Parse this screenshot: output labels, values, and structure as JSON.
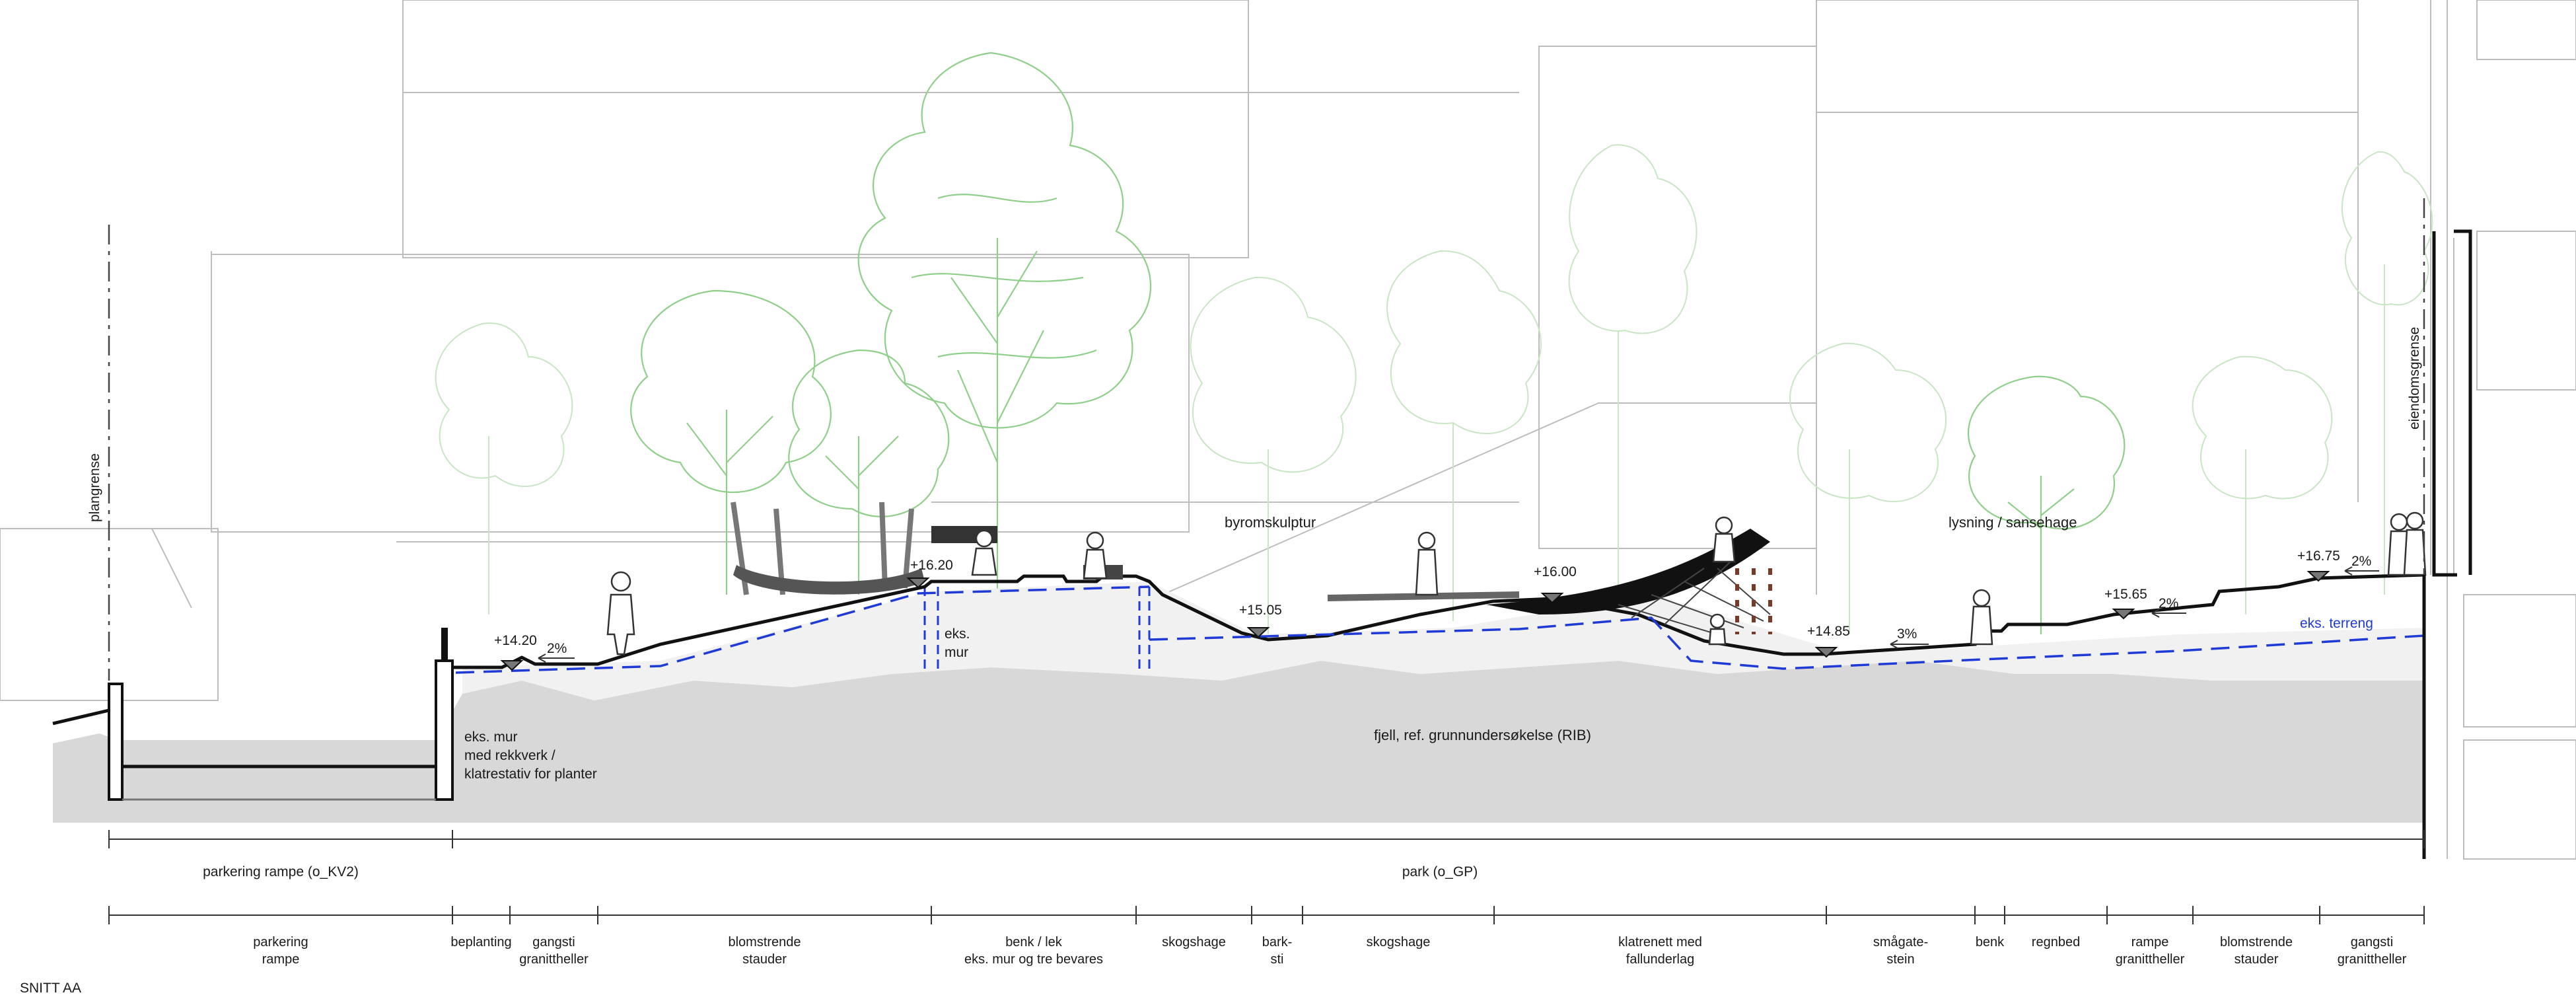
{
  "title": "SNITT AA",
  "labels": {
    "plangrense": "plangrense",
    "eiendomsgrense": "eiendomsgrense",
    "byromskulptur": "byromskulptur",
    "lysning": "lysning / sansehage",
    "eks_terreng": "eks. terreng",
    "fjell": "fjell, ref. grunnundersøkelse (RIB)",
    "eks_mur": "eks.\nmur",
    "eks_mur_rekkverk": "eks. mur\nmed rekkverk /\nklatrestativ for planter"
  },
  "elevations": [
    "+14.20",
    "+16.20",
    "+15.05",
    "+16.00",
    "+14.85",
    "+15.65",
    "+16.75"
  ],
  "slopes": [
    "2%",
    "3%",
    "2%",
    "2%"
  ],
  "zones": [
    "parkering rampe (o_KV2)",
    "park (o_GP)"
  ],
  "segments": [
    "parkering\nrampe",
    "beplanting",
    "gangsti\ngranittheller",
    "blomstrende\nstauder",
    "benk / lek\neks. mur og tre bevares",
    "skogshage",
    "bark-\nsti",
    "skogshage",
    "klatrenett med\nfallunderlag",
    "smågate-\nstein",
    "benk",
    "regnbed",
    "rampe\ngranittheller",
    "blomstrende\nstauder",
    "gangsti\ngranittheller"
  ],
  "colors": {
    "eks_terreng": "#1f3bd6",
    "vegetation": "#8fcf8a",
    "bedrock": "#d8d8d8"
  }
}
